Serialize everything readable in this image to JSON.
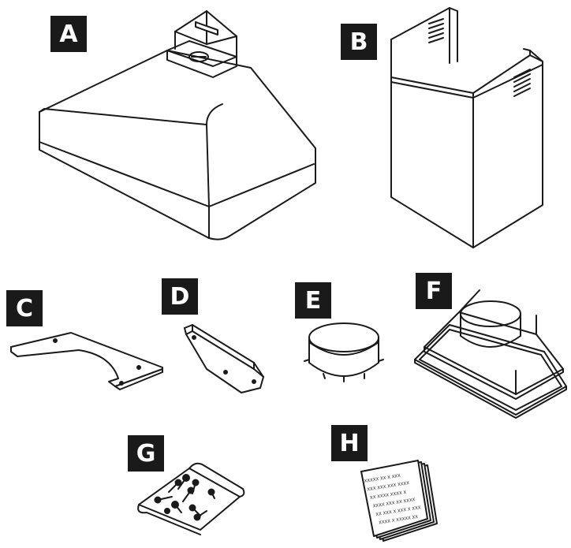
{
  "parts": [
    {
      "id": "hood-body",
      "label": "A",
      "icon": "range-hood-canopy"
    },
    {
      "id": "chimney-covers",
      "label": "B",
      "icon": "chimney-cover-pair"
    },
    {
      "id": "support-bracket",
      "label": "C",
      "icon": "curved-mounting-bracket"
    },
    {
      "id": "mounting-bracket",
      "label": "D",
      "icon": "flanged-bracket"
    },
    {
      "id": "duct-ring",
      "label": "E",
      "icon": "round-duct-collar"
    },
    {
      "id": "duct-adapter",
      "label": "F",
      "icon": "rectangular-to-round-transition"
    },
    {
      "id": "hardware-pack",
      "label": "G",
      "icon": "screw-bag"
    },
    {
      "id": "manual",
      "label": "H",
      "icon": "instruction-sheets"
    }
  ],
  "manual_text": [
    "XXXXX XX X  XXX",
    "XXX XXX XXX XXXX",
    "XX XXXX XXXX X",
    "XXXX XXX XX XXXX",
    "XX XXX X XXX X XXX",
    "XXXX X XXXXX XX"
  ]
}
